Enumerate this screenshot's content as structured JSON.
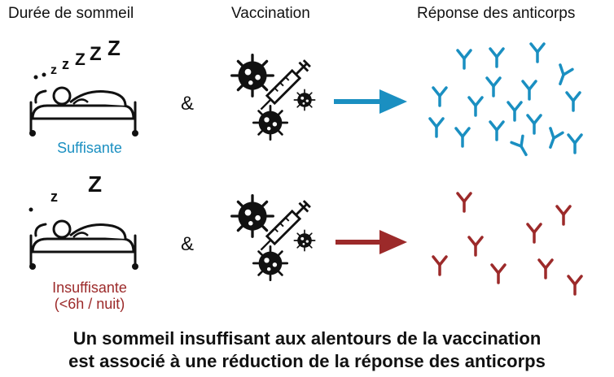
{
  "headers": {
    "sleep": "Durée de sommeil",
    "vaccination": "Vaccination",
    "response": "Réponse des anticorps"
  },
  "rows": [
    {
      "sleep_label": "Suffisante",
      "sleep_sublabel": "",
      "snore": ". . z z Z Z",
      "conjunction": "&",
      "color": "#1a8fc1"
    },
    {
      "sleep_label": "Insuffisante",
      "sleep_sublabel": "(<6h / nuit)",
      "snore": ". z Z",
      "conjunction": "&",
      "color": "#9c2a2a"
    }
  ],
  "caption": {
    "line1": "Un sommeil insuffisant aux alentours de la vaccination",
    "line2": "est associé à une réduction de la réponse des anticorps"
  },
  "icons": [
    "sleeping-person-icon",
    "virus-syringe-icon",
    "arrow-icon",
    "antibody-icon"
  ]
}
